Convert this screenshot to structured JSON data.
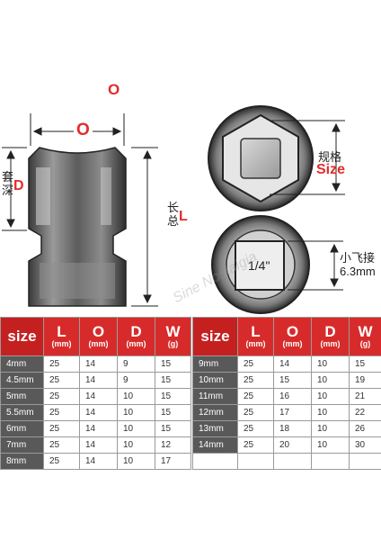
{
  "labels": {
    "o_top": "O",
    "o_mid": "O",
    "depth_cn": "套深",
    "depth_letter": "D",
    "length_cn": "长总",
    "length_letter": "L",
    "size_cn": "规格",
    "size_word": "Size",
    "drive_cn": "小飞接",
    "drive_mm": "6.3mm",
    "drive_inch": "1/4\"",
    "watermark": "Sine Nostalgia"
  },
  "colors": {
    "accent": "#e32b2b",
    "header_red": "#d72b2b",
    "size_cell": "#595959"
  },
  "table": {
    "headers": [
      {
        "letter": "size",
        "unit": ""
      },
      {
        "letter": "L",
        "unit": "(mm)"
      },
      {
        "letter": "O",
        "unit": "(mm)"
      },
      {
        "letter": "D",
        "unit": "(mm)"
      },
      {
        "letter": "W",
        "unit": "(g)"
      }
    ],
    "left_rows": [
      [
        "4mm",
        "25",
        "14",
        "9",
        "15"
      ],
      [
        "4.5mm",
        "25",
        "14",
        "9",
        "15"
      ],
      [
        "5mm",
        "25",
        "14",
        "10",
        "15"
      ],
      [
        "5.5mm",
        "25",
        "14",
        "10",
        "15"
      ],
      [
        "6mm",
        "25",
        "14",
        "10",
        "15"
      ],
      [
        "7mm",
        "25",
        "14",
        "10",
        "12"
      ],
      [
        "8mm",
        "25",
        "14",
        "10",
        "17"
      ]
    ],
    "right_rows": [
      [
        "9mm",
        "25",
        "14",
        "10",
        "15"
      ],
      [
        "10mm",
        "25",
        "15",
        "10",
        "19"
      ],
      [
        "11mm",
        "25",
        "16",
        "10",
        "21"
      ],
      [
        "12mm",
        "25",
        "17",
        "10",
        "22"
      ],
      [
        "13mm",
        "25",
        "18",
        "10",
        "26"
      ],
      [
        "14mm",
        "25",
        "20",
        "10",
        "30"
      ],
      [
        "",
        "",
        "",
        "",
        ""
      ]
    ]
  }
}
